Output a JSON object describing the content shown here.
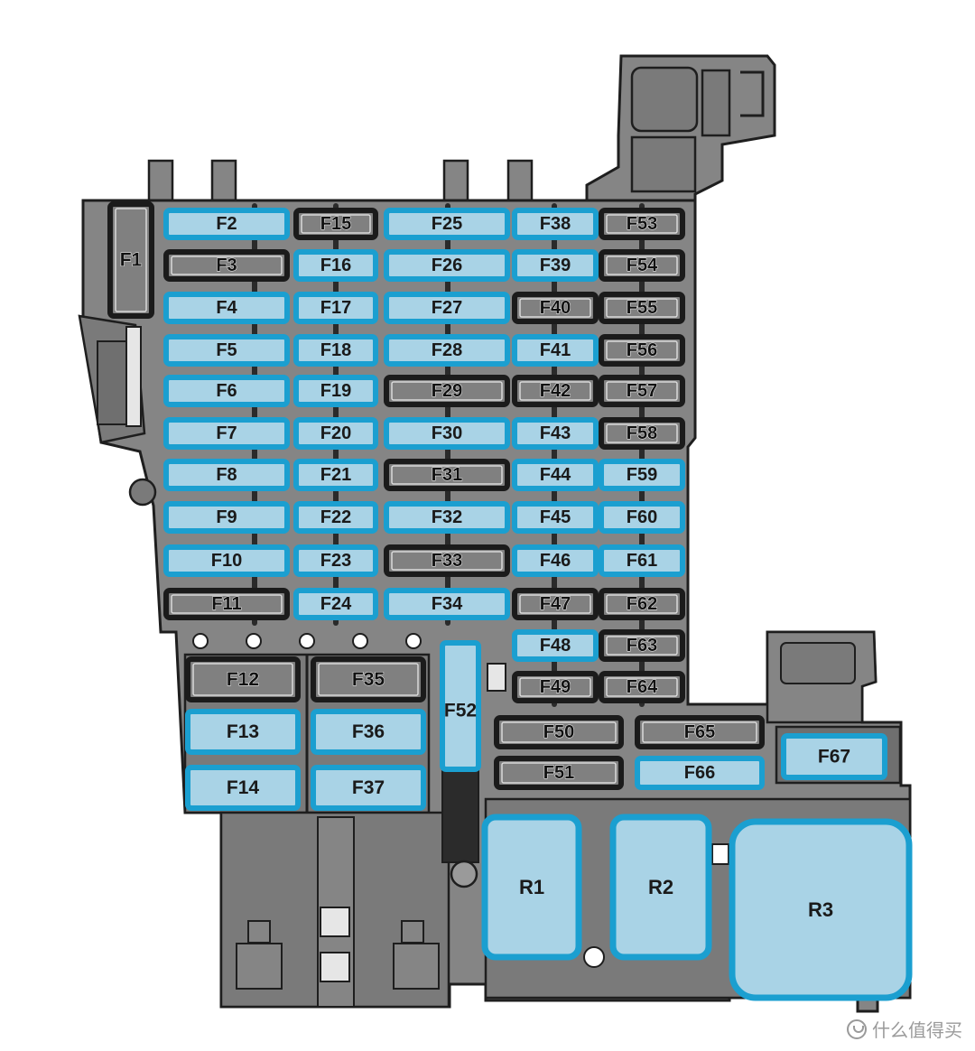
{
  "colors": {
    "housing": "#858585",
    "housing_dark": "#6f6f6f",
    "outline": "#1e1e1e",
    "fuse_blue_fill": "#a9d3e6",
    "fuse_blue_border": "#1b9fd0",
    "fuse_gray_fill": "#808080",
    "fuse_gray_border": "#1b1b1b",
    "relay_fill": "#a9d3e6",
    "relay_border": "#1b9fd0",
    "watermark": "#9a9a9a"
  },
  "fuses": [
    {
      "label": "F1",
      "type": "gray"
    },
    {
      "label": "F2",
      "type": "blue"
    },
    {
      "label": "F3",
      "type": "gray"
    },
    {
      "label": "F4",
      "type": "blue"
    },
    {
      "label": "F5",
      "type": "blue"
    },
    {
      "label": "F6",
      "type": "blue"
    },
    {
      "label": "F7",
      "type": "blue"
    },
    {
      "label": "F8",
      "type": "blue"
    },
    {
      "label": "F9",
      "type": "blue"
    },
    {
      "label": "F10",
      "type": "blue"
    },
    {
      "label": "F11",
      "type": "gray"
    },
    {
      "label": "F12",
      "type": "gray"
    },
    {
      "label": "F13",
      "type": "blue"
    },
    {
      "label": "F14",
      "type": "blue"
    },
    {
      "label": "F15",
      "type": "gray"
    },
    {
      "label": "F16",
      "type": "blue"
    },
    {
      "label": "F17",
      "type": "blue"
    },
    {
      "label": "F18",
      "type": "blue"
    },
    {
      "label": "F19",
      "type": "blue"
    },
    {
      "label": "F20",
      "type": "blue"
    },
    {
      "label": "F21",
      "type": "blue"
    },
    {
      "label": "F22",
      "type": "blue"
    },
    {
      "label": "F23",
      "type": "blue"
    },
    {
      "label": "F24",
      "type": "blue"
    },
    {
      "label": "F25",
      "type": "blue"
    },
    {
      "label": "F26",
      "type": "blue"
    },
    {
      "label": "F27",
      "type": "blue"
    },
    {
      "label": "F28",
      "type": "blue"
    },
    {
      "label": "F29",
      "type": "gray"
    },
    {
      "label": "F30",
      "type": "blue"
    },
    {
      "label": "F31",
      "type": "gray"
    },
    {
      "label": "F32",
      "type": "blue"
    },
    {
      "label": "F33",
      "type": "gray"
    },
    {
      "label": "F34",
      "type": "blue"
    },
    {
      "label": "F35",
      "type": "gray"
    },
    {
      "label": "F36",
      "type": "blue"
    },
    {
      "label": "F37",
      "type": "blue"
    },
    {
      "label": "F38",
      "type": "blue"
    },
    {
      "label": "F39",
      "type": "blue"
    },
    {
      "label": "F40",
      "type": "gray"
    },
    {
      "label": "F41",
      "type": "blue"
    },
    {
      "label": "F42",
      "type": "gray"
    },
    {
      "label": "F43",
      "type": "blue"
    },
    {
      "label": "F44",
      "type": "blue"
    },
    {
      "label": "F45",
      "type": "blue"
    },
    {
      "label": "F46",
      "type": "blue"
    },
    {
      "label": "F47",
      "type": "gray"
    },
    {
      "label": "F48",
      "type": "blue"
    },
    {
      "label": "F49",
      "type": "gray"
    },
    {
      "label": "F50",
      "type": "gray"
    },
    {
      "label": "F51",
      "type": "gray"
    },
    {
      "label": "F52",
      "type": "blue"
    },
    {
      "label": "F53",
      "type": "gray"
    },
    {
      "label": "F54",
      "type": "gray"
    },
    {
      "label": "F55",
      "type": "gray"
    },
    {
      "label": "F56",
      "type": "gray"
    },
    {
      "label": "F57",
      "type": "gray"
    },
    {
      "label": "F58",
      "type": "gray"
    },
    {
      "label": "F59",
      "type": "blue"
    },
    {
      "label": "F60",
      "type": "blue"
    },
    {
      "label": "F61",
      "type": "blue"
    },
    {
      "label": "F62",
      "type": "gray"
    },
    {
      "label": "F63",
      "type": "gray"
    },
    {
      "label": "F64",
      "type": "gray"
    },
    {
      "label": "F65",
      "type": "gray"
    },
    {
      "label": "F66",
      "type": "blue"
    },
    {
      "label": "F67",
      "type": "blue"
    }
  ],
  "relays": [
    {
      "label": "R1"
    },
    {
      "label": "R2"
    },
    {
      "label": "R3"
    }
  ],
  "watermark": {
    "text": "什么值得买",
    "icon": "smile-logo-icon"
  }
}
